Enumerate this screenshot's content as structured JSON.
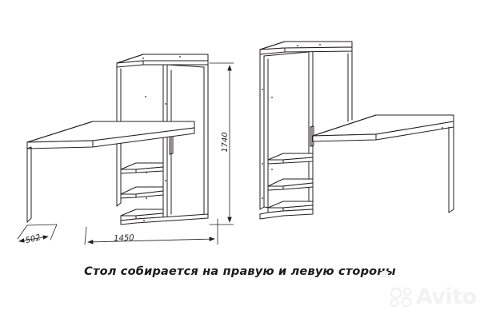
{
  "document": {
    "type": "furniture-assembly-drawing",
    "background_color": "#ffffff",
    "line_color": "#231f20",
    "caption": "Стол собирается на правую и левую стороны"
  },
  "dimensions": {
    "width": {
      "value": "1450",
      "unit": "mm",
      "orientation": "horizontal",
      "position": "bottom"
    },
    "depth": {
      "value": "502",
      "unit": "mm",
      "orientation": "diagonal",
      "position": "bottom-left"
    },
    "height": {
      "value": "1740",
      "unit": "mm",
      "orientation": "vertical",
      "position": "right-of-left-view"
    }
  },
  "views": [
    {
      "name": "left-hand-assembly",
      "description": "Desk on left, wardrobe cabinet with door on right, open shelving below desk",
      "components": [
        "desk-top",
        "desk-leg",
        "wardrobe-cabinet",
        "cabinet-door",
        "door-handle",
        "shelf-upper",
        "shelf-middle",
        "shelf-lower",
        "plinth",
        "top-panel"
      ]
    },
    {
      "name": "right-hand-assembly",
      "description": "Wardrobe cabinet with door on left, desk extending right, open shelving in centre",
      "components": [
        "wardrobe-cabinet",
        "cabinet-door",
        "door-handle",
        "desk-top",
        "desk-leg",
        "shelf-upper",
        "shelf-middle",
        "shelf-lower",
        "plinth",
        "top-panel"
      ]
    }
  ],
  "watermark": {
    "text": "Avito"
  }
}
